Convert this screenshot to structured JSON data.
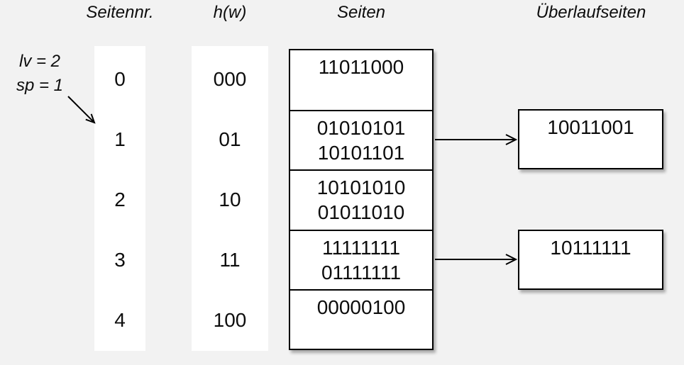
{
  "diagram": {
    "headers": {
      "seitennr": "Seitennr.",
      "hw": "h(w)",
      "seiten": "Seiten",
      "ueberlaufseiten": "Überlaufseiten"
    },
    "annotation": {
      "lv": "lv = 2",
      "sp": "sp = 1"
    },
    "rows": [
      {
        "nr": "0",
        "hw": "000",
        "entries": [
          "11011000"
        ]
      },
      {
        "nr": "1",
        "hw": "01",
        "entries": [
          "01010101",
          "10101101"
        ],
        "overflow": [
          "10011001"
        ]
      },
      {
        "nr": "2",
        "hw": "10",
        "entries": [
          "10101010",
          "01011010"
        ]
      },
      {
        "nr": "3",
        "hw": "11",
        "entries": [
          "11111111",
          "01111111"
        ],
        "overflow": [
          "10111111"
        ]
      },
      {
        "nr": "4",
        "hw": "100",
        "entries": [
          "00000100"
        ]
      }
    ],
    "colors": {
      "background": "#f2f2f2",
      "box_fill": "#ffffff",
      "border": "#000000",
      "text": "#0d0d0d"
    }
  }
}
